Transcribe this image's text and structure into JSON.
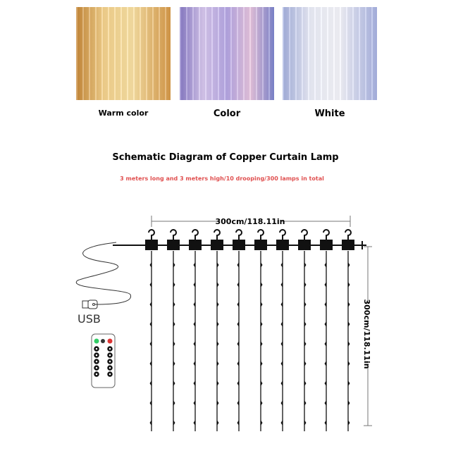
{
  "variants": [
    {
      "label": "Warm color"
    },
    {
      "label": "Color"
    },
    {
      "label": "White"
    }
  ],
  "title": "Schematic Diagram of Copper Curtain Lamp",
  "subtitle": "3 meters long and 3 meters high/10 drooping/300 lamps in total",
  "width_label": "300cm/118.11in",
  "height_label": "300cm/118.11in",
  "usb_label": "USB",
  "strand_count": 10
}
